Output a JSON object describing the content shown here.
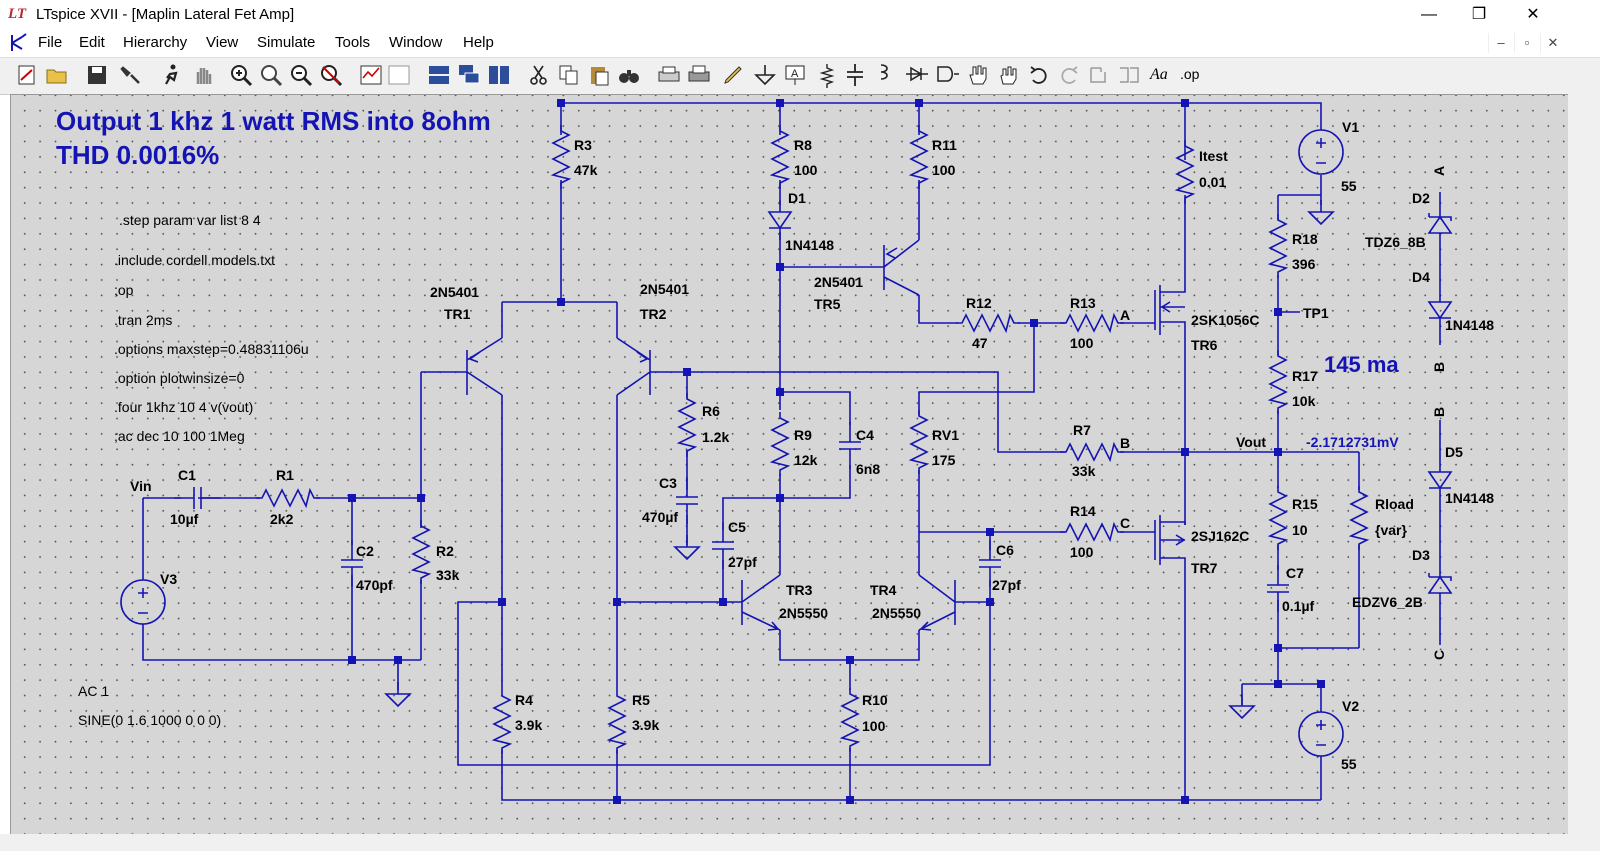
{
  "window": {
    "app_logo": "LT",
    "title": "LTspice XVII - [Maplin Lateral Fet Amp]",
    "minimize": "—",
    "restore": "❐",
    "close": "✕"
  },
  "menu": [
    "File",
    "Edit",
    "Hierarchy",
    "View",
    "Simulate",
    "Tools",
    "Window",
    "Help"
  ],
  "mdi_controls": [
    "–",
    "▫",
    "✕"
  ],
  "toolbar": {
    "icons": [
      "new-schematic-icon",
      "open-icon",
      "save-icon",
      "control-panel-icon",
      "run-icon",
      "halt-icon",
      "zoom-in-icon",
      "pan-icon",
      "zoom-out-icon",
      "zoom-cancel-icon",
      "autorange-icon",
      "fit-icon",
      "tile-horizontal-icon",
      "cascade-icon",
      "tile-vertical-icon",
      "cut-icon",
      "copy-icon",
      "paste-icon",
      "find-icon",
      "print-setup-icon",
      "print-icon",
      "draw-wire-icon",
      "ground-icon",
      "label-net-icon",
      "resistor-icon",
      "capacitor-icon",
      "inductor-icon",
      "diode-icon",
      "component-icon",
      "move-icon",
      "drag-icon",
      "undo-icon",
      "redo-icon",
      "rotate-icon",
      "mirror-icon",
      "text-icon",
      "spice-directive-icon"
    ],
    "text_aa": "Aa",
    "text_op": ".op"
  },
  "schematic": {
    "headline_1": "Output 1 khz 1 watt RMS into 8ohm",
    "headline_2": "THD 0.0016%",
    "current_note": "145 ma",
    "directives": [
      ".step param var list 8 4",
      ".include cordell models.txt",
      ";op",
      ".tran 2ms",
      ".options maxstep=0.48831106u",
      ".option plotwinsize=0",
      ".four 1khz 10 4 v(vout)",
      ";ac dec 10 100 1Meg"
    ],
    "source_ac": "AC 1",
    "source_sine": "SINE(0 1.6 1000 0 0 0)",
    "vin": "Vin",
    "vout": "Vout",
    "vout_probe": "-2.1712731mV",
    "tp1": "TP1",
    "net_a": "A",
    "net_b": "B",
    "net_c": "C",
    "components": {
      "C1": [
        "C1",
        "10µf"
      ],
      "R1": [
        "R1",
        "2k2"
      ],
      "C2": [
        "C2",
        "470pf"
      ],
      "R2": [
        "R2",
        "33k"
      ],
      "V3": [
        "V3"
      ],
      "R3": [
        "R3",
        "47k"
      ],
      "TR1": [
        "2N5401",
        "TR1"
      ],
      "TR2": [
        "2N5401",
        "TR2"
      ],
      "R4": [
        "R4",
        "3.9k"
      ],
      "R5": [
        "R5",
        "3.9k"
      ],
      "R6": [
        "R6",
        "1.2k"
      ],
      "C3": [
        "C3",
        "470µf"
      ],
      "C5": [
        "C5",
        "27pf"
      ],
      "R8": [
        "R8",
        "100"
      ],
      "D1": [
        "D1",
        "1N4148"
      ],
      "R9": [
        "R9",
        "12k"
      ],
      "C4": [
        "C4",
        "6n8"
      ],
      "TR3": [
        "TR3",
        "2N5550"
      ],
      "TR4": [
        "TR4",
        "2N5550"
      ],
      "R10": [
        "R10",
        "100"
      ],
      "R11": [
        "R11",
        "100"
      ],
      "TR5": [
        "2N5401",
        "TR5"
      ],
      "R12": [
        "R12",
        "47"
      ],
      "R13": [
        "R13",
        "100"
      ],
      "RV1": [
        "RV1",
        "175"
      ],
      "C6": [
        "C6",
        "27pf"
      ],
      "R7": [
        "R7",
        "33k"
      ],
      "R14": [
        "R14",
        "100"
      ],
      "Itest": [
        "Itest",
        "0.01"
      ],
      "TR6": [
        "2SK1056C",
        "TR6"
      ],
      "TR7": [
        "2SJ162C",
        "TR7"
      ],
      "V1": [
        "V1",
        "55"
      ],
      "V2": [
        "V2",
        "55"
      ],
      "R18": [
        "R18",
        "396"
      ],
      "R17": [
        "R17",
        "10k"
      ],
      "R15": [
        "R15",
        "10"
      ],
      "C7": [
        "C7",
        "0.1µf"
      ],
      "Rload": [
        "Rload",
        "{var}"
      ],
      "D2": [
        "D2",
        "TDZ6_8B"
      ],
      "D4": [
        "D4",
        "1N4148"
      ],
      "D5": [
        "D5",
        "1N4148"
      ],
      "D3": [
        "D3",
        "EDZV6_2B"
      ]
    },
    "diode_pins": [
      "A",
      "B",
      "B",
      "C"
    ]
  }
}
